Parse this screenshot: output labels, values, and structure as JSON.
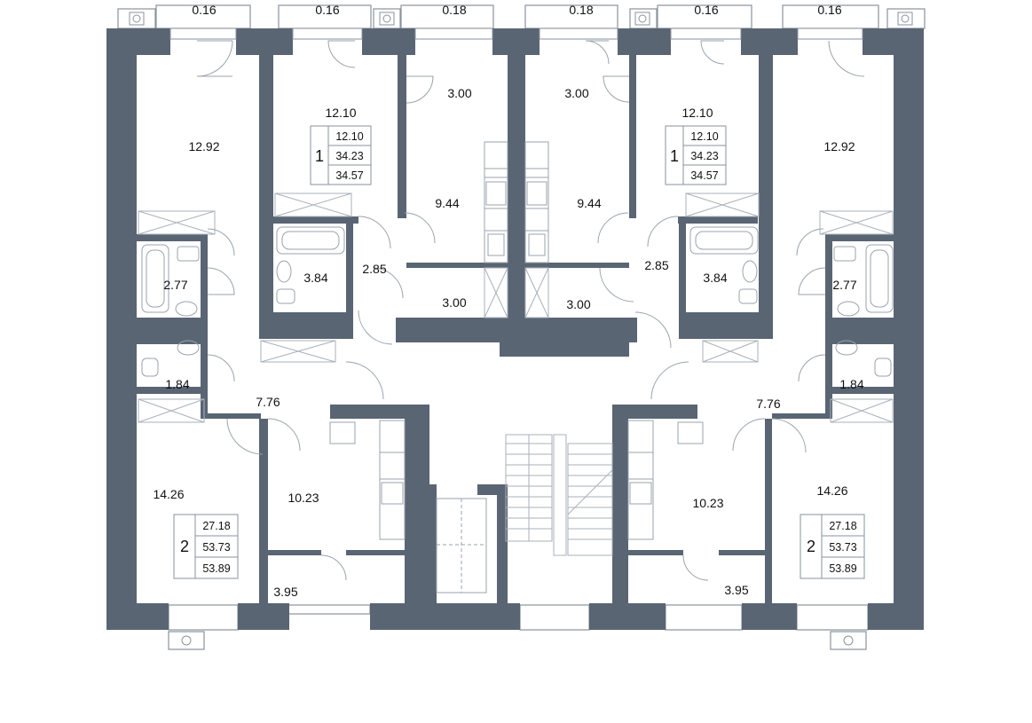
{
  "colors": {
    "wall": "#5a6573",
    "fixture": "#9aa3ad",
    "line": "#aab1ba",
    "paper": "#ffffff"
  },
  "balconies": [
    "0.16",
    "0.16",
    "0.18",
    "0.18",
    "0.16",
    "0.16"
  ],
  "apartments": {
    "nw": {
      "rooms": "1",
      "living": "12.10",
      "total": "34.23",
      "total_with_balcony": "34.57"
    },
    "ne": {
      "rooms": "1",
      "living": "12.10",
      "total": "34.23",
      "total_with_balcony": "34.57"
    },
    "sw": {
      "rooms": "2",
      "living": "27.18",
      "total": "53.73",
      "total_with_balcony": "53.89"
    },
    "se": {
      "rooms": "2",
      "living": "27.18",
      "total": "53.73",
      "total_with_balcony": "53.89"
    }
  },
  "rooms": {
    "nw_bedroom": "12.92",
    "nw_room": "12.10",
    "nw_hall_top": "3.00",
    "nw_kitchen": "9.44",
    "nw_bath": "3.84",
    "nw_corridor": "2.85",
    "nw_storage": "3.00",
    "nw_bath_small": "2.77",
    "ne_hall_top": "3.00",
    "ne_kitchen": "9.44",
    "ne_room": "12.10",
    "ne_bedroom": "12.92",
    "ne_corridor": "2.85",
    "ne_bath": "3.84",
    "ne_storage": "3.00",
    "ne_bath_small": "2.77",
    "sw_wc": "1.84",
    "sw_hall": "7.76",
    "sw_bedroom": "14.26",
    "sw_kitchen": "10.23",
    "sw_loggia": "3.95",
    "se_wc": "1.84",
    "se_hall": "7.76",
    "se_kitchen": "10.23",
    "se_bedroom": "14.26",
    "se_loggia": "3.95"
  }
}
